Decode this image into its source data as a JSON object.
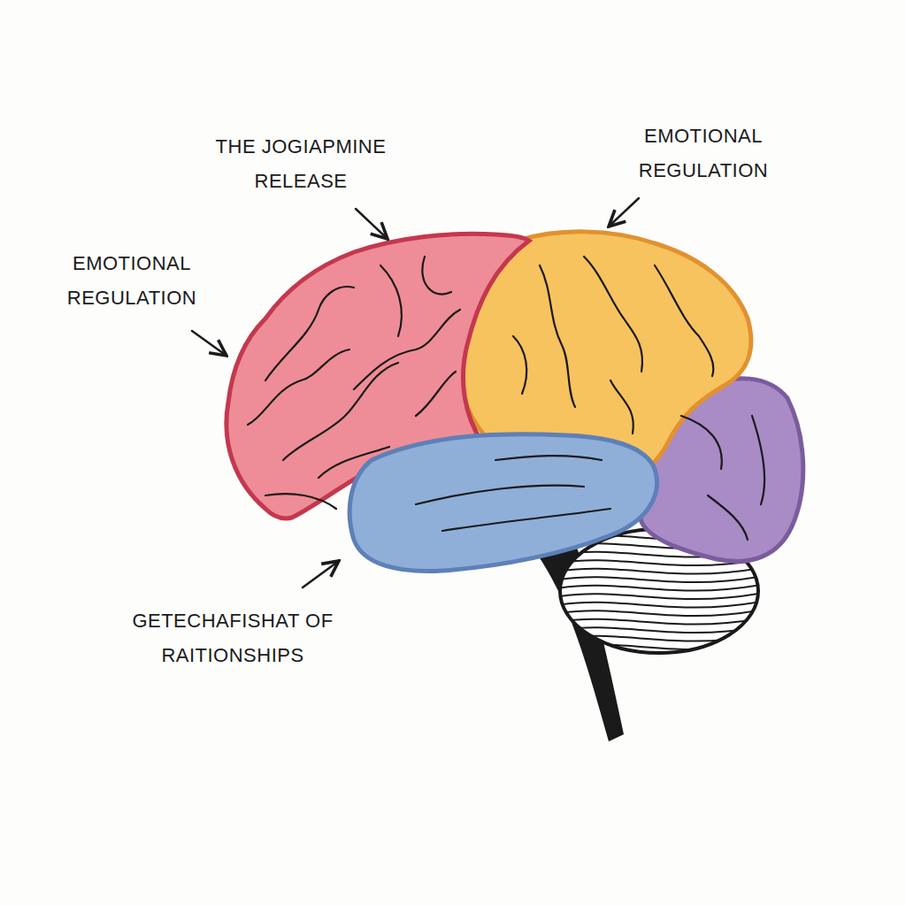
{
  "diagram": {
    "labels": [
      "THE JOGIAPMINE RELEASE",
      "EMOTIONAL REGULATION",
      "EMOTIONAL REGULATION",
      "GETECHAFISHAT OF RAITIONSHIPS"
    ]
  }
}
